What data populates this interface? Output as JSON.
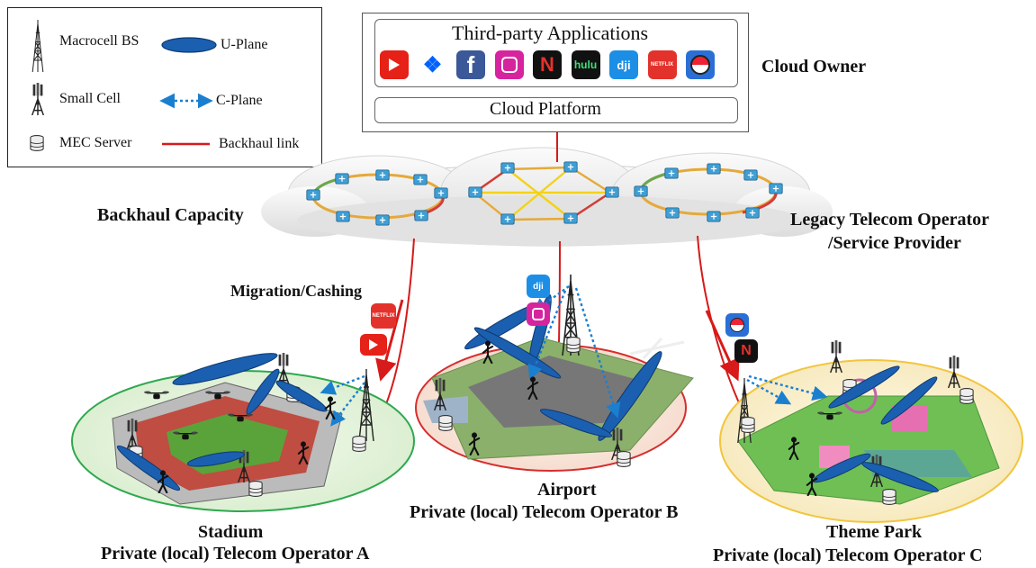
{
  "legend": {
    "macrocell": "Macrocell BS",
    "uplane": "U-Plane",
    "smallcell": "Small Cell",
    "cplane": "C-Plane",
    "mec": "MEC Server",
    "backhaul": "Backhaul link"
  },
  "cloud": {
    "apps_title": "Third-party Applications",
    "platform": "Cloud Platform",
    "owner": "Cloud Owner",
    "apps": [
      {
        "name": "youtube-icon",
        "color": "#e62117"
      },
      {
        "name": "dropbox-icon",
        "color": "#0061fe"
      },
      {
        "name": "facebook-icon",
        "label": "f",
        "color": "#3b5998"
      },
      {
        "name": "instagram-icon",
        "color": "#d6249f"
      },
      {
        "name": "netflix-icon",
        "label": "N",
        "color": "#111111"
      },
      {
        "name": "hulu-icon",
        "label": "hulu",
        "color": "#111111"
      },
      {
        "name": "dji-icon",
        "label": "dji",
        "color": "#1c8ee6"
      },
      {
        "name": "netflix-red-icon",
        "label": "NETFLIX",
        "color": "#e3322b"
      },
      {
        "name": "pokeball-icon",
        "color": "#2a6fd6"
      }
    ]
  },
  "labels": {
    "backhaul_capacity": "Backhaul Capacity",
    "legacy_line1": "Legacy Telecom Operator",
    "legacy_line2": "/Service Provider",
    "migration": "Migration/Cashing",
    "stadium": "Stadium",
    "op_a": "Private (local) Telecom Operator A",
    "airport": "Airport",
    "op_b": "Private (local) Telecom Operator B",
    "theme_park": "Theme Park",
    "op_c": "Private (local) Telecom Operator C"
  },
  "colors": {
    "backhaul": "#d71a1a",
    "uplane": "#1b5fb0",
    "cplane": "#1b7fd0",
    "stadium_ellipse": "#2fa84f",
    "airport_ellipse": "#d62e2e",
    "park_ellipse": "#f2c53d"
  }
}
